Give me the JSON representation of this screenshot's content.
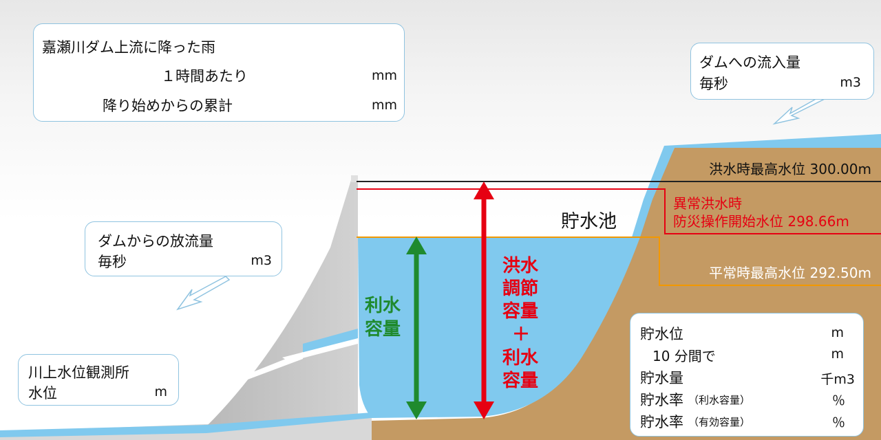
{
  "rain": {
    "title": "嘉瀬川ダム上流に降った雨",
    "hourly_label": "１時間あたり",
    "hourly_unit": "mm",
    "cumulative_label": "降り始めからの累計",
    "cumulative_unit": "mm"
  },
  "inflow": {
    "title": "ダムへの流入量",
    "per_second": "毎秒",
    "unit": "m3"
  },
  "outflow": {
    "title": "ダムからの放流量",
    "per_second": "毎秒",
    "unit": "m3"
  },
  "river_station": {
    "title": "川上水位観測所",
    "level_label": "水位",
    "unit": "m"
  },
  "reservoir_label": "貯水池",
  "levels": {
    "flood_max": "洪水時最高水位 300.00m",
    "abnormal_line1": "異常洪水時",
    "abnormal_line2": "防災操作開始水位 298.66m",
    "normal_max": "平常時最高水位 292.50m"
  },
  "capacity": {
    "water_use_1": "利水",
    "water_use_2": "容量",
    "flood_1": "洪水",
    "flood_2": "調節",
    "flood_3": "容量",
    "plus": "＋",
    "flood_4": "利水",
    "flood_5": "容量"
  },
  "stats": {
    "level_label": "貯水位",
    "level_unit": "m",
    "tenmin_label": "10 分間で",
    "tenmin_unit": "m",
    "volume_label": "貯水量",
    "volume_unit": "千m3",
    "rate1_label": "貯水率",
    "rate1_note": "（利水容量）",
    "rate1_unit": "％",
    "rate2_label": "貯水率",
    "rate2_note": "（有効容量）",
    "rate2_unit": "％"
  },
  "colors": {
    "water": "#80c9ee",
    "ground": "#c49a63",
    "dam": "#cccccc",
    "flood_line": "#e60012",
    "normal_line": "#f39800",
    "green_arrow": "#1f8a2e"
  }
}
